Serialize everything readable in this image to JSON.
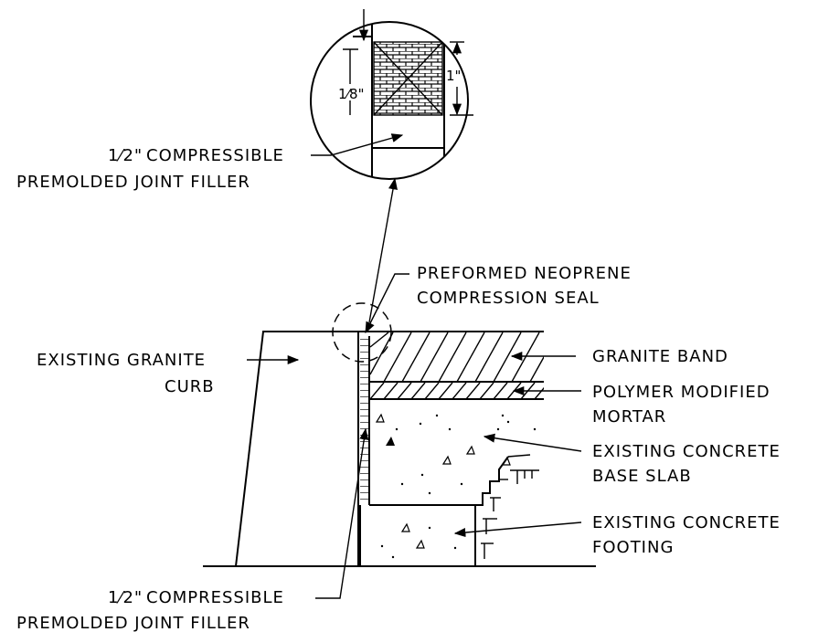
{
  "labels": {
    "top_filler_frac": "1⁄2\"",
    "top_filler_line1": "COMPRESSIBLE",
    "top_filler_line2": "PREMOLDED JOINT FILLER",
    "neoprene_line1": "PREFORMED NEOPRENE",
    "neoprene_line2": "COMPRESSION SEAL",
    "curb_line1": "EXISTING GRANITE",
    "curb_line2": "CURB",
    "granite_band": "GRANITE BAND",
    "mortar_line1": "POLYMER MODIFIED",
    "mortar_line2": "MORTAR",
    "base_slab_line1": "EXISTING CONCRETE",
    "base_slab_line2": "BASE SLAB",
    "footing_line1": "EXISTING CONCRETE",
    "footing_line2": "FOOTING",
    "bottom_filler_frac": "1⁄2\"",
    "bottom_filler_line1": "COMPRESSIBLE",
    "bottom_filler_line2": "PREMOLDED JOINT FILLER"
  },
  "dimensions": {
    "gap": "1⁄8\"",
    "depth": "1\""
  }
}
